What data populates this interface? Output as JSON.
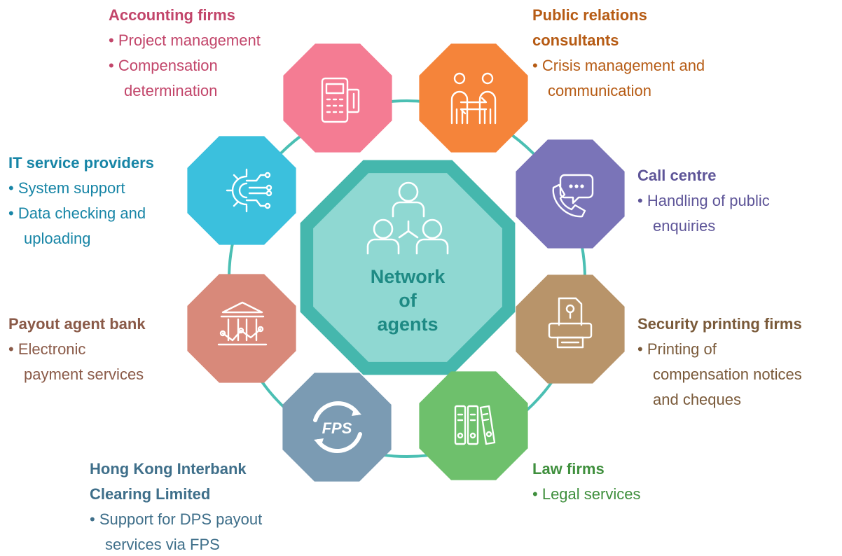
{
  "center": {
    "title_lines": [
      "Network",
      "of",
      "agents"
    ]
  },
  "colors": {
    "ring": "#4bbfb3",
    "center_outer": "#45b7ad",
    "center_inner": "#8fd8d2",
    "center_text": "#1e8a84"
  },
  "agents": [
    {
      "id": "accounting",
      "color": "#f47c93",
      "text_color": "#c2456a",
      "icon": "pos-terminal-icon",
      "title_lines": [
        "Accounting firms"
      ],
      "bullets": [
        [
          "Project management"
        ],
        [
          "Compensation",
          "determination"
        ]
      ]
    },
    {
      "id": "public-relations",
      "color": "#f5843a",
      "text_color": "#b65b14",
      "icon": "exchange-people-icon",
      "title_lines": [
        "Public relations",
        "consultants"
      ],
      "bullets": [
        [
          "Crisis management and",
          "communication"
        ]
      ]
    },
    {
      "id": "call-centre",
      "color": "#7a74b8",
      "text_color": "#5e5598",
      "icon": "phone-chat-icon",
      "title_lines": [
        "Call centre"
      ],
      "bullets": [
        [
          "Handling of public",
          "enquiries"
        ]
      ]
    },
    {
      "id": "security-printing",
      "color": "#b8946a",
      "text_color": "#7a5a3a",
      "icon": "printer-icon",
      "title_lines": [
        "Security printing firms"
      ],
      "bullets": [
        [
          "Printing of",
          "compensation notices",
          "and cheques"
        ]
      ]
    },
    {
      "id": "law-firms",
      "color": "#6ec06c",
      "text_color": "#3f8f3d",
      "icon": "binders-icon",
      "title_lines": [
        "Law firms"
      ],
      "bullets": [
        [
          "Legal services"
        ]
      ]
    },
    {
      "id": "hkicl",
      "color": "#7b9bb3",
      "text_color": "#3f6f8a",
      "icon": "fps-icon",
      "icon_text": "FPS",
      "title_lines": [
        "Hong Kong Interbank",
        "Clearing Limited"
      ],
      "bullets": [
        [
          "Support for DPS payout",
          "services via FPS"
        ]
      ]
    },
    {
      "id": "payout-bank",
      "color": "#d8897a",
      "text_color": "#8a5a48",
      "icon": "bank-chart-icon",
      "title_lines": [
        "Payout agent bank"
      ],
      "bullets": [
        [
          "Electronic",
          "payment services"
        ]
      ]
    },
    {
      "id": "it-service",
      "color": "#3bc0dd",
      "text_color": "#1785a6",
      "icon": "gear-circuit-icon",
      "title_lines": [
        "IT service providers"
      ],
      "bullets": [
        [
          "System support"
        ],
        [
          "Data checking and",
          "uploading"
        ]
      ]
    }
  ]
}
